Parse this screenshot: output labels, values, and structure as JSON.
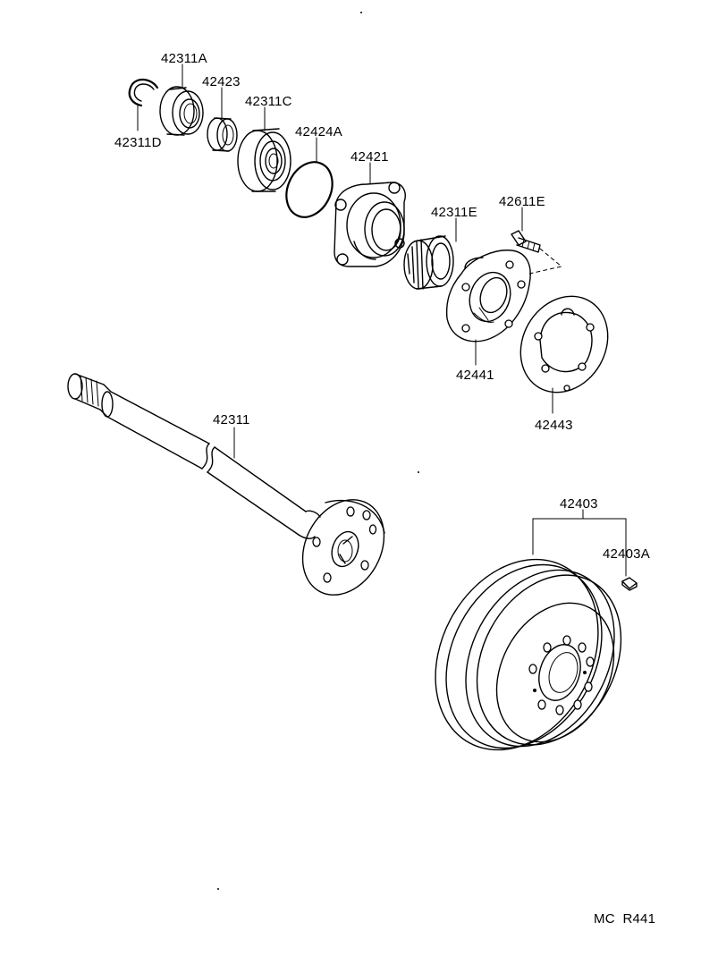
{
  "labels": {
    "p42311A": "42311A",
    "p42423": "42423",
    "p42311C": "42311C",
    "p42311D": "42311D",
    "p42424A": "42424A",
    "p42421": "42421",
    "p42311E": "42311E",
    "p42611E": "42611E",
    "p42441": "42441",
    "p42443": "42443",
    "p42311": "42311",
    "p42403": "42403",
    "p42403A": "42403A"
  },
  "footer": {
    "code": "MC  R441"
  }
}
